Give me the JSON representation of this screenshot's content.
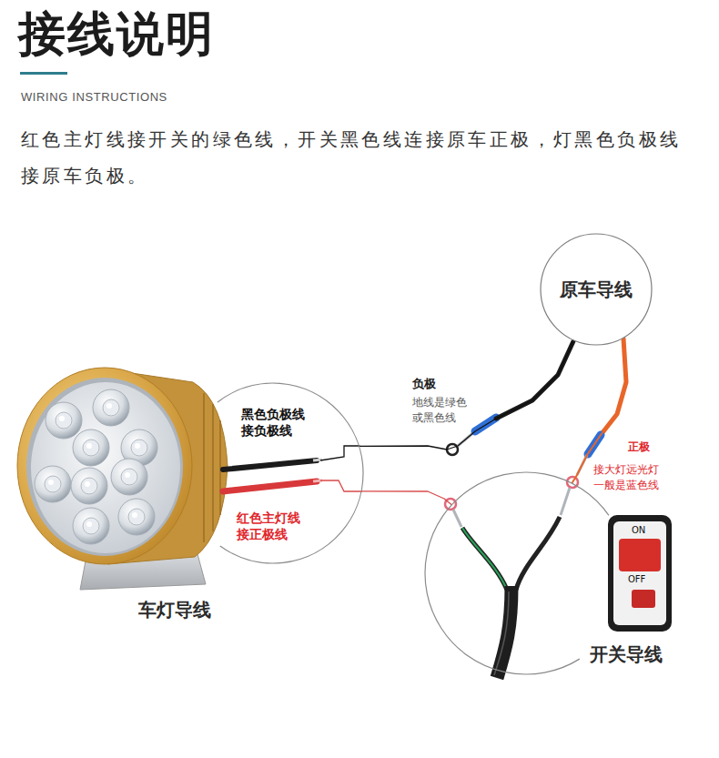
{
  "diagram": {
    "title": "接线说明",
    "nodes": [
      {
        "text": [
          "原车导线"
        ]
      },
      {
        "text": [
          "黑色负极线 接负极线",
          "红色主灯线 接正极线",
          "车灯导线"
        ]
      },
      {
        "text": [
          "开关导线"
        ]
      }
    ],
    "edges": [
      {
        "from": 1,
        "to": 0,
        "arrow": "none"
      },
      {
        "from": 1,
        "to": 2,
        "arrow": "none"
      },
      {
        "from": 0,
        "to": 2,
        "arrow": "none"
      }
    ],
    "labels": [
      "WIRING INSTRUCTIONS",
      "红色主灯线接开关的绿色线，开关黑色线连接原车正极，灯黑色负极线接原车负极。",
      "负极",
      "地线是绿色 或黑色线",
      "正极",
      "接大灯远光灯 一般是蓝色线",
      "ON",
      "OFF"
    ]
  }
}
